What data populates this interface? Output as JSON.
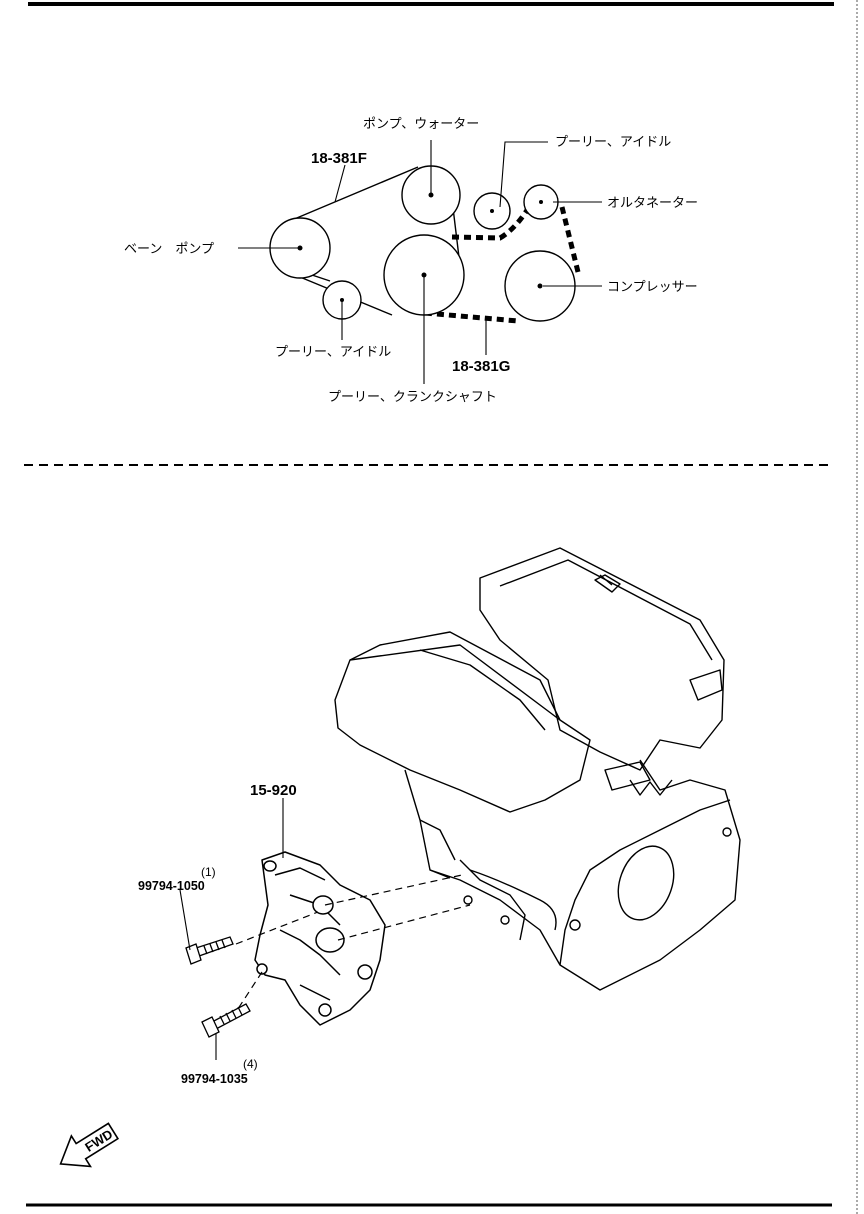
{
  "belt_diagram": {
    "labels": {
      "water_pump": "ポンプ、ウォーター",
      "idler_top": "プーリー、アイドル",
      "alternator": "オルタネーター",
      "vane_pump": "ベーン　ポンプ",
      "compressor": "コンプレッサー",
      "idler_bottom": "プーリー、アイドル",
      "crankshaft": "プーリー、クランクシャフト"
    },
    "part_numbers": {
      "belt_f": "18-381F",
      "belt_g": "18-381G"
    }
  },
  "engine_diagram": {
    "bracket_part": "15-920",
    "bolt_upper": {
      "part": "99794-1050",
      "qty": "(1)"
    },
    "bolt_lower": {
      "part": "99794-1035",
      "qty": "(4)"
    },
    "fwd_label": "FWD"
  }
}
